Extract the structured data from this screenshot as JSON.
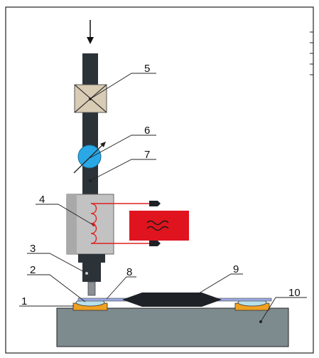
{
  "labels": {
    "l1": "1",
    "l2": "2",
    "l3": "3",
    "l4": "4",
    "l5": "5",
    "l6": "6",
    "l7": "7",
    "l8": "8",
    "l9": "9",
    "l10": "10"
  },
  "colors": {
    "rod": "#2b3238",
    "valve": "#d9ccb4",
    "meter": "#2aa8e6",
    "housing": "#bdbdbd",
    "coil": "#e02020",
    "generator": "#e0141e",
    "base": "#7d8a8e",
    "pad": "#f0a020",
    "blob": "#b8e0ea",
    "strip": "#9aa8e0",
    "component": "#1e2226"
  },
  "icons": {
    "generator_symbol": "tilde-wave-icon",
    "gas_inlet": "arrow-down-icon"
  }
}
